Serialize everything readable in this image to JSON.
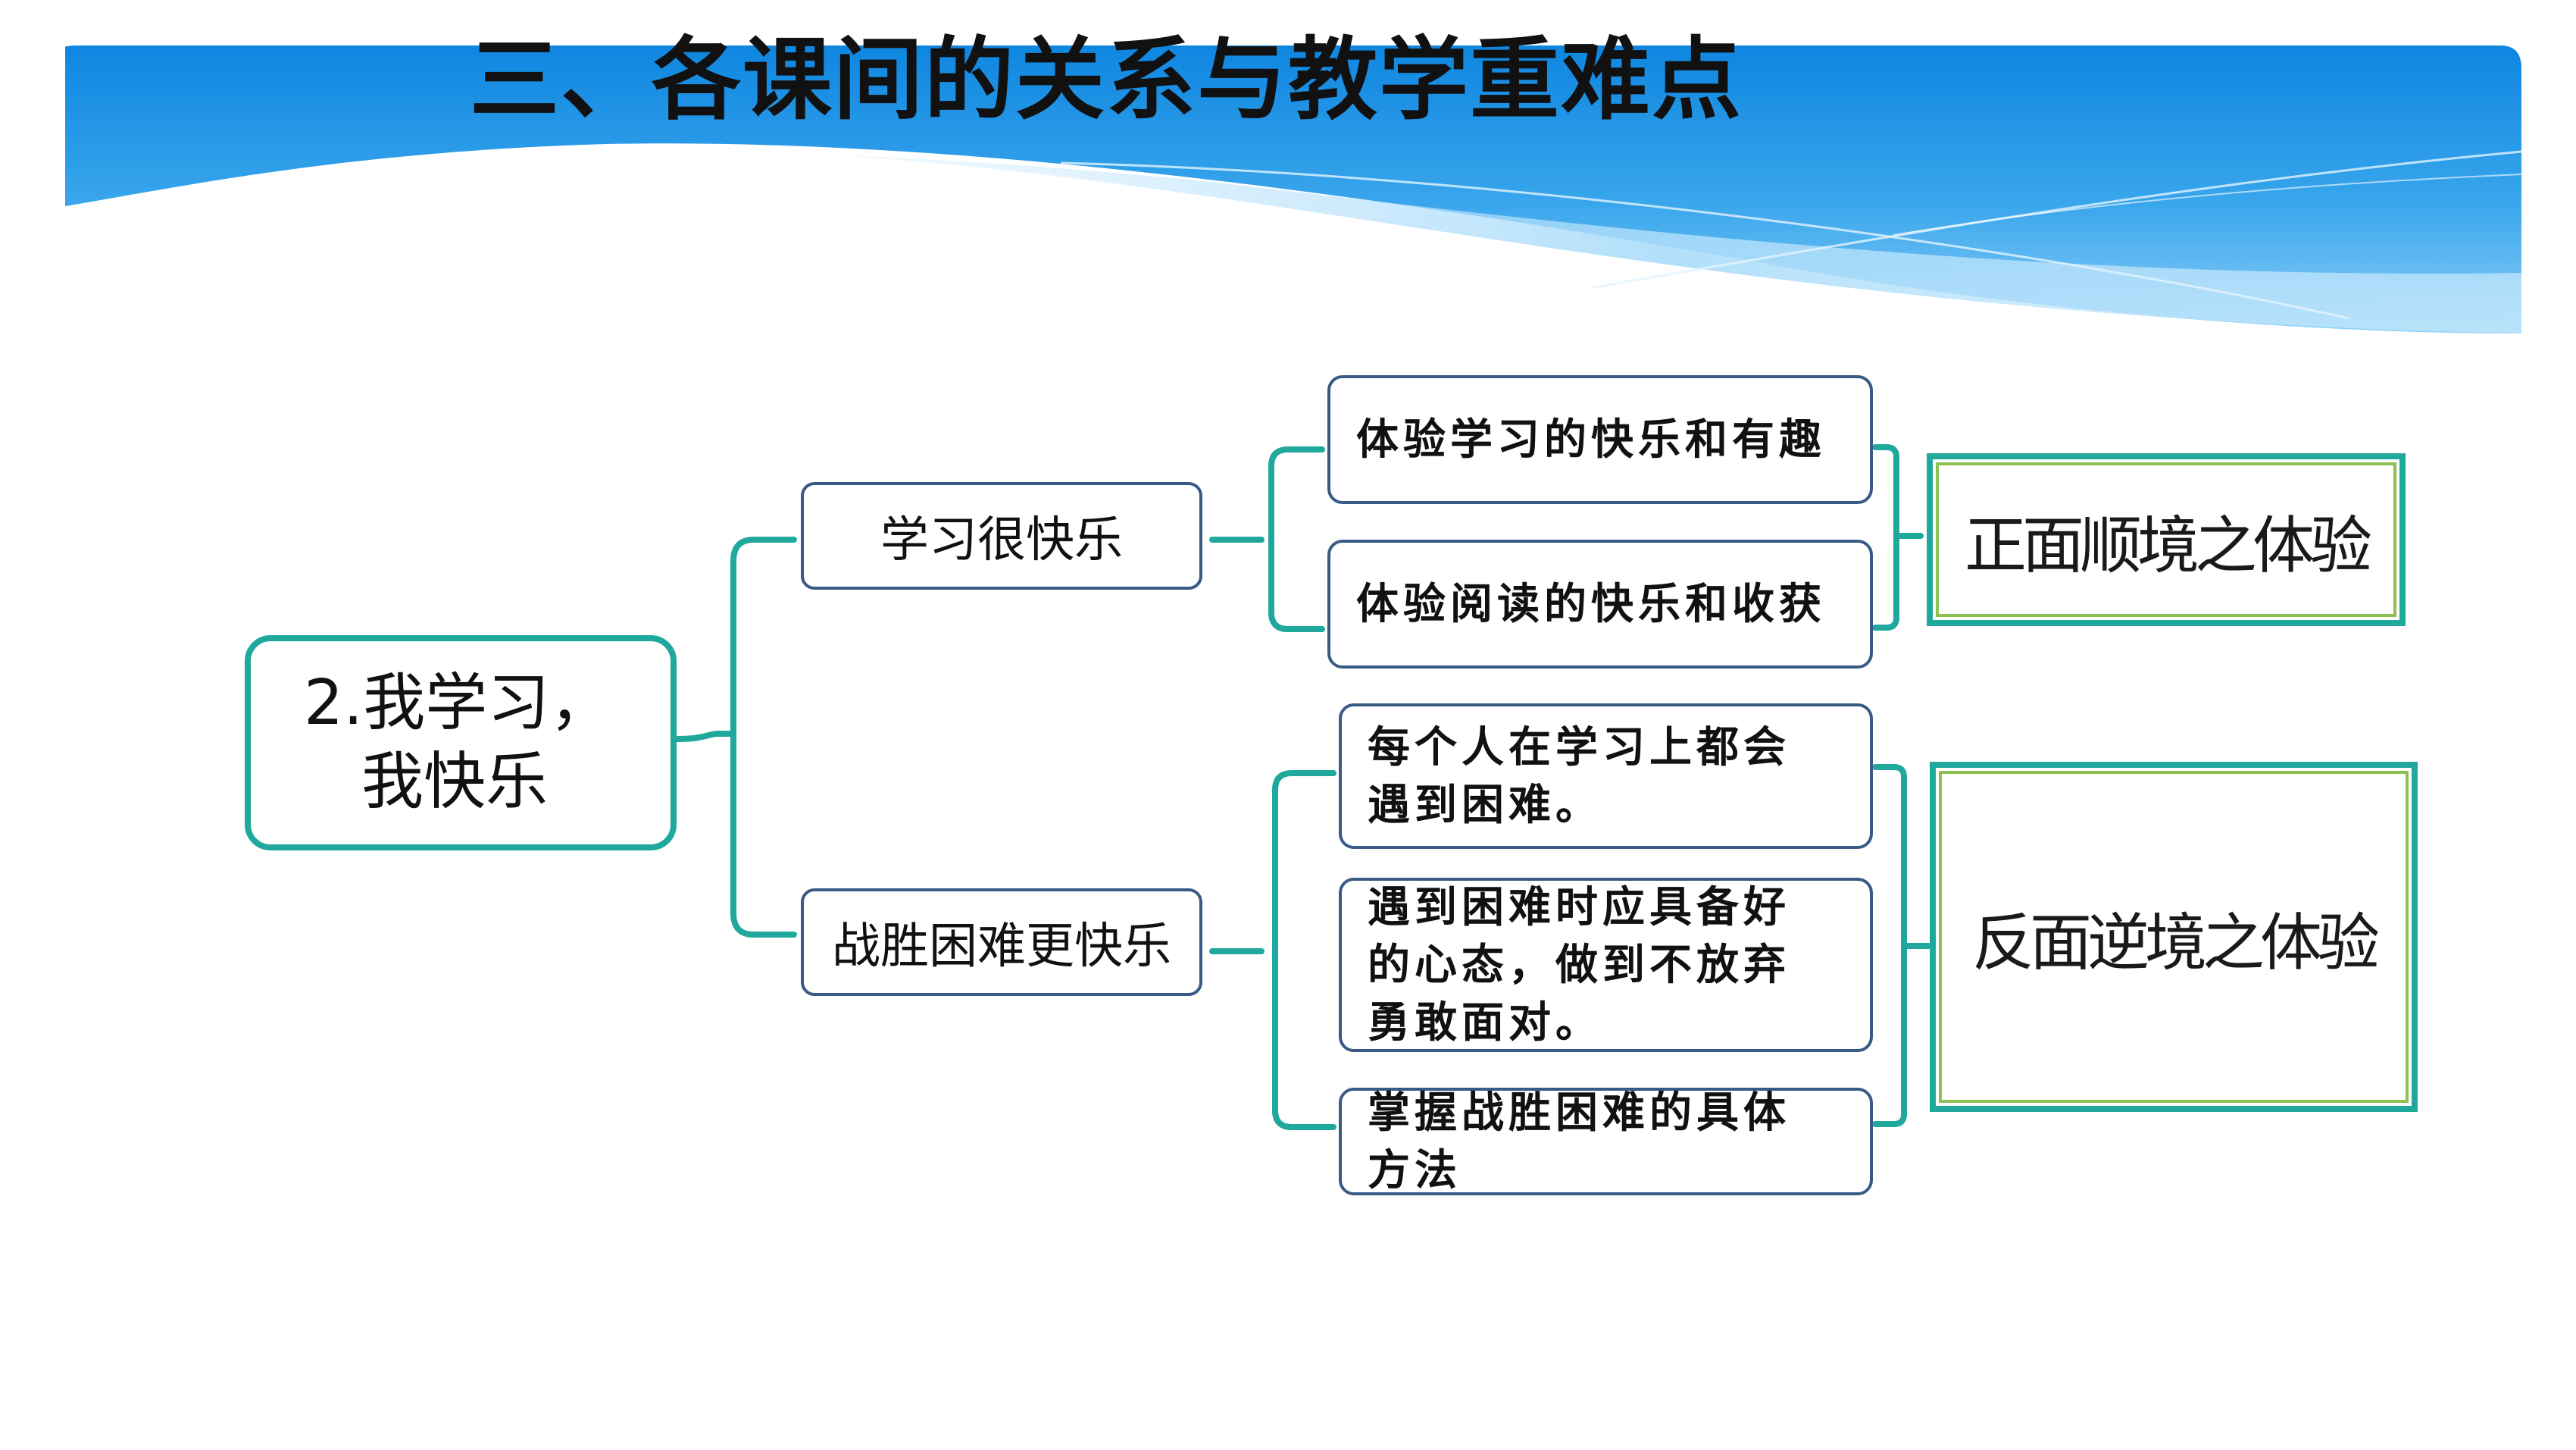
{
  "title": "三、各课间的关系与教学重难点",
  "root": {
    "line1": "2.我学习，",
    "line2": "我快乐"
  },
  "branches": [
    {
      "label": "学习很快乐",
      "items": [
        "体验学习的快乐和有趣",
        "体验阅读的快乐和收获"
      ],
      "experience": "正面顺境之体验"
    },
    {
      "label": "战胜困难更快乐",
      "items": [
        "每个人在学习上都会\n遇到困难。",
        "遇到困难时应具备好\n的心态，做到不放弃\n勇敢面对。",
        "掌握战胜困难的具体\n方法"
      ],
      "experience": "反面逆境之体验"
    }
  ],
  "colors": {
    "connector": "#20a89c",
    "box_border": "#3a5a86",
    "banner_blue": "#1a8fe3",
    "accent_green": "#8cc152"
  }
}
